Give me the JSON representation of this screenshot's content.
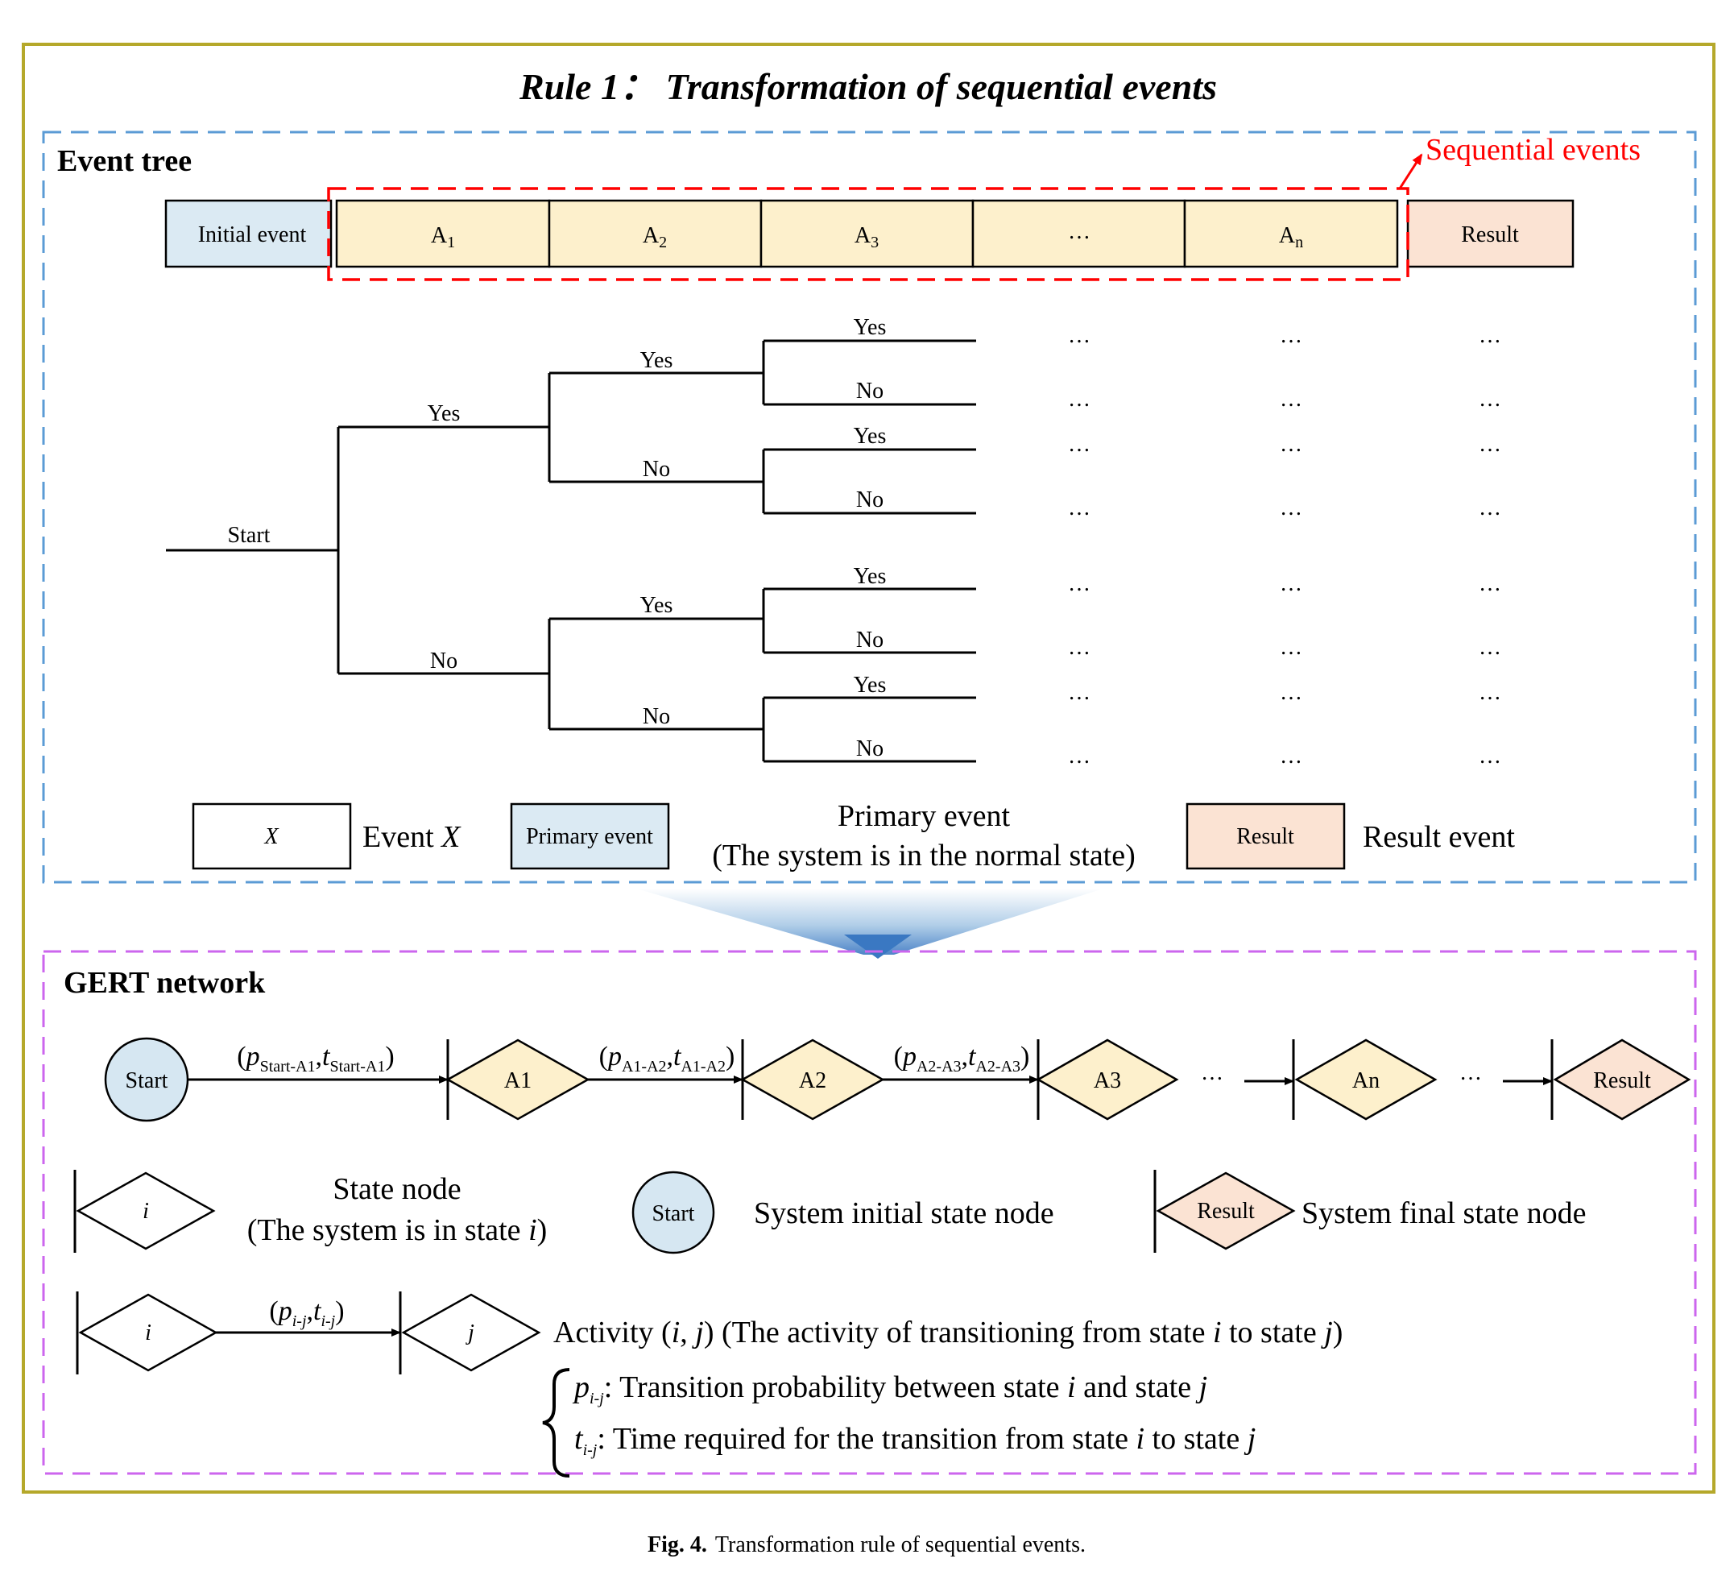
{
  "title": "Rule 1： Transformation of sequential events",
  "event_tree": {
    "label": "Event tree",
    "sequential_label": "Sequential events",
    "header": {
      "initial": "Initial event",
      "a1": "A",
      "a1_sub": "1",
      "a2": "A",
      "a2_sub": "2",
      "a3": "A",
      "a3_sub": "3",
      "ellipsis": "…",
      "an": "A",
      "an_sub": "n",
      "result": "Result"
    },
    "start": "Start",
    "yes": "Yes",
    "no": "No",
    "dots": "…",
    "legend": {
      "box_x": "X",
      "event_x_text": "Event ",
      "event_x_var": "X",
      "primary_box": "Primary event",
      "primary_line1": "Primary event",
      "primary_line2": "(The system is in the normal state)",
      "result_box": "Result",
      "result_text": "Result event"
    }
  },
  "gert": {
    "label": "GERT network",
    "nodes": {
      "start": "Start",
      "a1": "A1",
      "a2": "A2",
      "a3": "A3",
      "an": "An",
      "result": "Result"
    },
    "edges": {
      "e1_p": "p",
      "e1_psub": "Start-A1",
      "e1_t": "t",
      "e1_tsub": "Start-A1",
      "e2_p": "p",
      "e2_psub": "A1-A2",
      "e2_t": "t",
      "e2_tsub": "A1-A2",
      "e3_p": "p",
      "e3_psub": "A2-A3",
      "e3_t": "t",
      "e3_tsub": "A2-A3"
    },
    "ellipsis": "…",
    "legend": {
      "state_var": "i",
      "state_line1": "State node",
      "state_line2_pre": "(The system is in state ",
      "state_line2_var": "i",
      "state_line2_post": ")",
      "start_node": "Start",
      "start_text": "System initial state node",
      "result_node": "Result",
      "result_text": "System final state node",
      "act_i": "i",
      "act_j": "j",
      "act_p": "p",
      "act_t": "t",
      "act_sub": "i-j",
      "act_text_1": "Activity (",
      "act_text_2": "i",
      "act_text_3": ", ",
      "act_text_4": "j",
      "act_text_5": ") (The activity of transitioning from state ",
      "act_text_6": "i",
      "act_text_7": " to state ",
      "act_text_8": "j",
      "act_text_9": ")",
      "prob_p": "p",
      "prob_sub": "i-j",
      "prob_text_1": ": Transition probability between state ",
      "prob_text_2": "i",
      "prob_text_3": " and state ",
      "prob_text_4": "j",
      "time_t": "t",
      "time_sub": "i-j",
      "time_text_1": ": Time required for the transition from state ",
      "time_text_2": "i",
      "time_text_3": " to state ",
      "time_text_4": "j"
    }
  },
  "caption": {
    "fig": "Fig. 4.",
    "text": "Transformation rule of sequential events."
  },
  "colors": {
    "outer_border": "#b5a82a",
    "event_tree_border": "#5b9bd5",
    "gert_border": "#cc66ee",
    "sequential_red": "#ff0000",
    "initial_fill": "#dbeaf3",
    "event_fill": "#fdf0cc",
    "result_fill": "#fbe3d3",
    "start_fill": "#d6e7f2"
  }
}
